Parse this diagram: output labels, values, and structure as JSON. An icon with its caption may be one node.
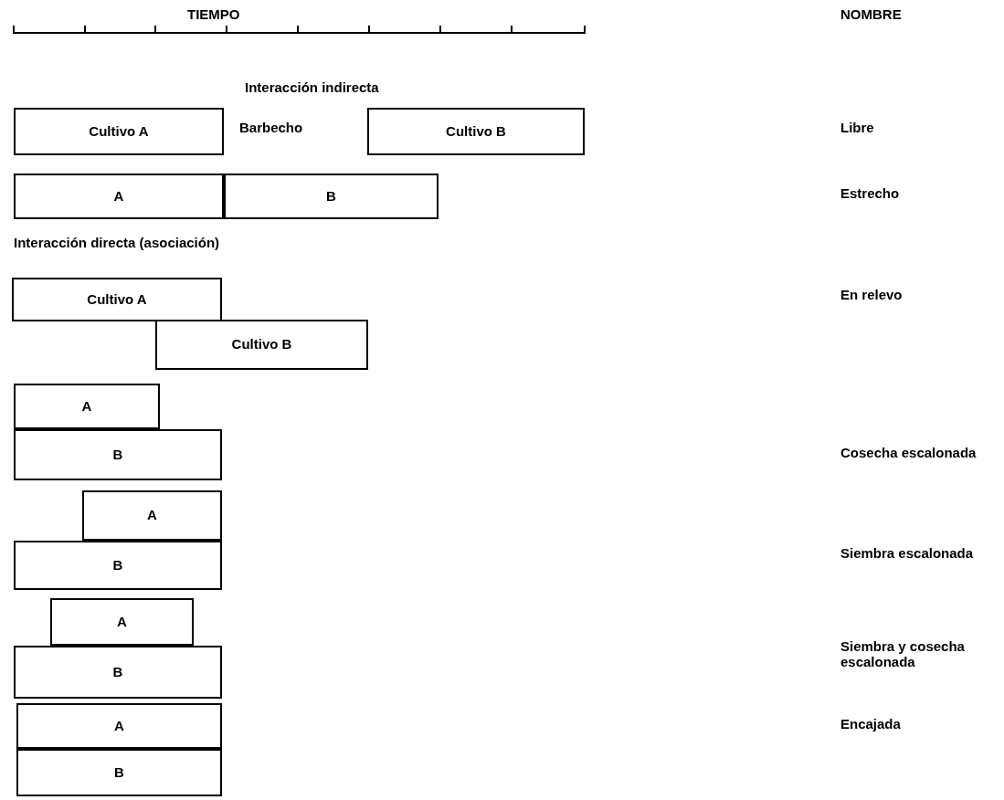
{
  "diagram": {
    "nodes": [
      {
        "text": [
          "Cultivo A"
        ]
      },
      {
        "text": [
          "Cultivo B"
        ]
      },
      {
        "text": [
          "A"
        ]
      },
      {
        "text": [
          "B"
        ]
      },
      {
        "text": [
          "Cultivo A"
        ]
      },
      {
        "text": [
          "Cultivo B"
        ]
      },
      {
        "text": [
          "A"
        ]
      },
      {
        "text": [
          "B"
        ]
      },
      {
        "text": [
          "A"
        ]
      },
      {
        "text": [
          "B"
        ]
      },
      {
        "text": [
          "A"
        ]
      },
      {
        "text": [
          "B"
        ]
      },
      {
        "text": [
          "A"
        ]
      },
      {
        "text": [
          "B"
        ]
      }
    ],
    "edges": [],
    "labels": [
      "TIEMPO",
      "NOMBRE",
      "Interacción indirecta",
      "Barbecho",
      "Libre",
      "Estrecho",
      "Interacción directa (asociación)",
      "En relevo",
      "Cosecha escalonada",
      "Siembra escalonada",
      "Siembra y cosecha escalonada",
      "Encajada"
    ]
  }
}
